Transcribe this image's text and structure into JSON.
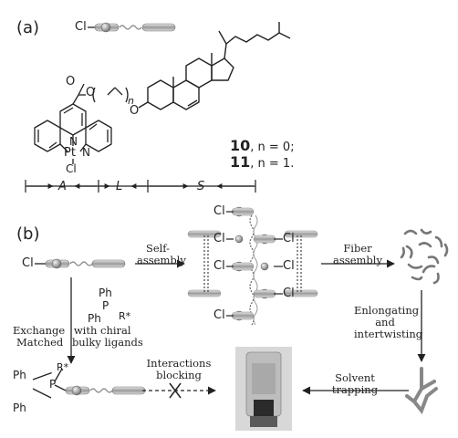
{
  "panel_a": {
    "label": "(a)",
    "cl_top": "Cl",
    "o_carbonyl": "O",
    "o_ester": "O",
    "n_sub": "n",
    "o_steroid": "O",
    "n1": "N",
    "n2": "N",
    "pt": "Pt",
    "cl_pt": "Cl",
    "compound_10_num": "10",
    "compound_10_text": ", n = 0;",
    "compound_11_num": "11",
    "compound_11_text": ", n = 1.",
    "seg_a": "A",
    "seg_l": "L",
    "seg_s": "S"
  },
  "panel_b": {
    "label": "(b)",
    "cl_start": "Cl",
    "self_assembly": [
      "Self-",
      "assembly"
    ],
    "fiber_assembly": [
      "Fiber",
      "assembly"
    ],
    "stack_cl": [
      "Cl",
      "Cl",
      "Cl",
      "Cl",
      "Cl",
      "Cl",
      "Cl"
    ],
    "ligand_ph_top": "Ph",
    "ligand_p": "P",
    "ligand_ph_bottom": "Ph",
    "ligand_r": "R*",
    "exchange": [
      "Exchange",
      "with chiral"
    ],
    "matched": [
      "Matched",
      "bulky ligands"
    ],
    "enlongating": [
      "Enlongating",
      "and",
      "intertwisting"
    ],
    "interactions": [
      "Interactions",
      "blocking"
    ],
    "solvent": [
      "Solvent",
      "trapping"
    ],
    "product_ph_top": "Ph",
    "product_p": "P",
    "product_ph_bottom": "Ph",
    "product_r": "R*"
  }
}
